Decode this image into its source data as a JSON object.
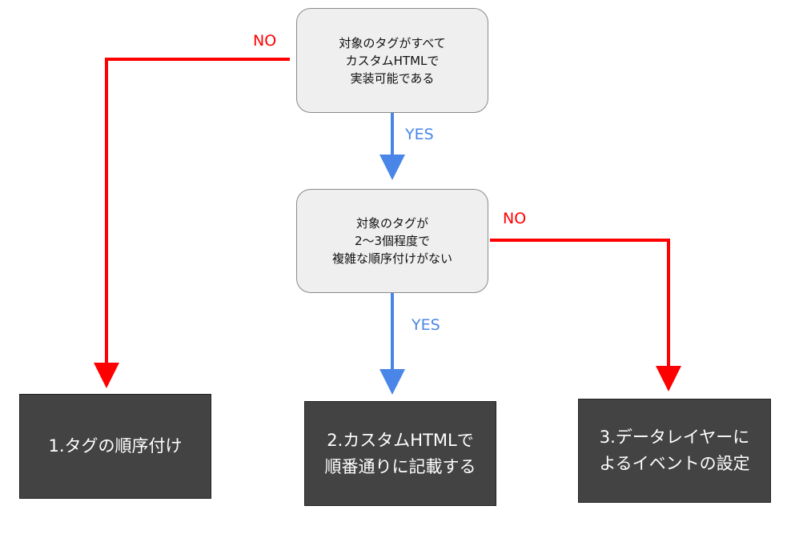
{
  "colors": {
    "no": "#ff0000",
    "yes": "#4a86e8",
    "decision_fill": "#efefef",
    "result_fill": "#434343"
  },
  "decisions": [
    {
      "lines": [
        "対象のタグがすべて",
        "カスタムHTMLで",
        "実装可能である"
      ]
    },
    {
      "lines": [
        "対象のタグが",
        "2〜3個程度で",
        "複雑な順序付けがない"
      ]
    }
  ],
  "results": [
    {
      "lines": [
        "1.タグの順序付け"
      ]
    },
    {
      "lines": [
        "2.カスタムHTMLで",
        "順番通りに記載する"
      ]
    },
    {
      "lines": [
        "3.データレイヤーに",
        "よるイベントの設定"
      ]
    }
  ],
  "edge_labels": {
    "d1_no": "NO",
    "d1_yes": "YES",
    "d2_no": "NO",
    "d2_yes": "YES"
  }
}
